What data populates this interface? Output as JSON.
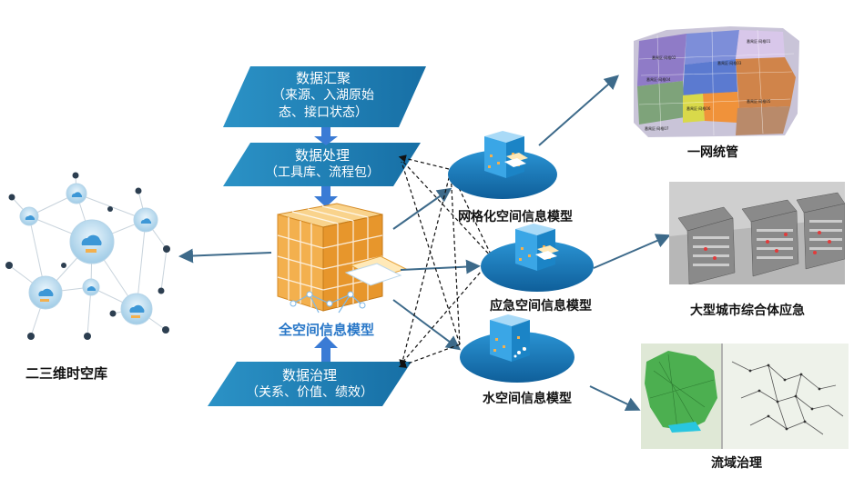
{
  "panels": {
    "aggregation": {
      "title": "数据汇聚",
      "line1": "（来源、入湖原始",
      "line2": "态、接口状态）"
    },
    "processing": {
      "title": "数据处理",
      "line1": "（工具库、流程包）"
    },
    "governance": {
      "title": "数据治理",
      "line1": "（关系、价值、绩效）"
    }
  },
  "core": {
    "label": "全空间信息模型"
  },
  "left": {
    "label": "二三维时空库"
  },
  "models": [
    {
      "label": "网格化空间信息模型"
    },
    {
      "label": "应急空间信息模型"
    },
    {
      "label": "水空间信息模型"
    }
  ],
  "apps": [
    {
      "label": "一网统管"
    },
    {
      "label": "大型城市综合体应急"
    },
    {
      "label": "流域治理"
    }
  ],
  "map_labels": [
    "番禺区·网格01",
    "番禺区·网格02",
    "番禺区·网格03",
    "番禺区·网格04",
    "番禺区·网格05",
    "番禺区·网格06",
    "番禺区·网格07"
  ],
  "colors": {
    "panel": "#1e84b8",
    "arrow_blue": "#3a7bd5",
    "ellipse": "#1a7fc0",
    "label_blue": "#2a78c8",
    "cube_orange": "#f3b04e"
  }
}
